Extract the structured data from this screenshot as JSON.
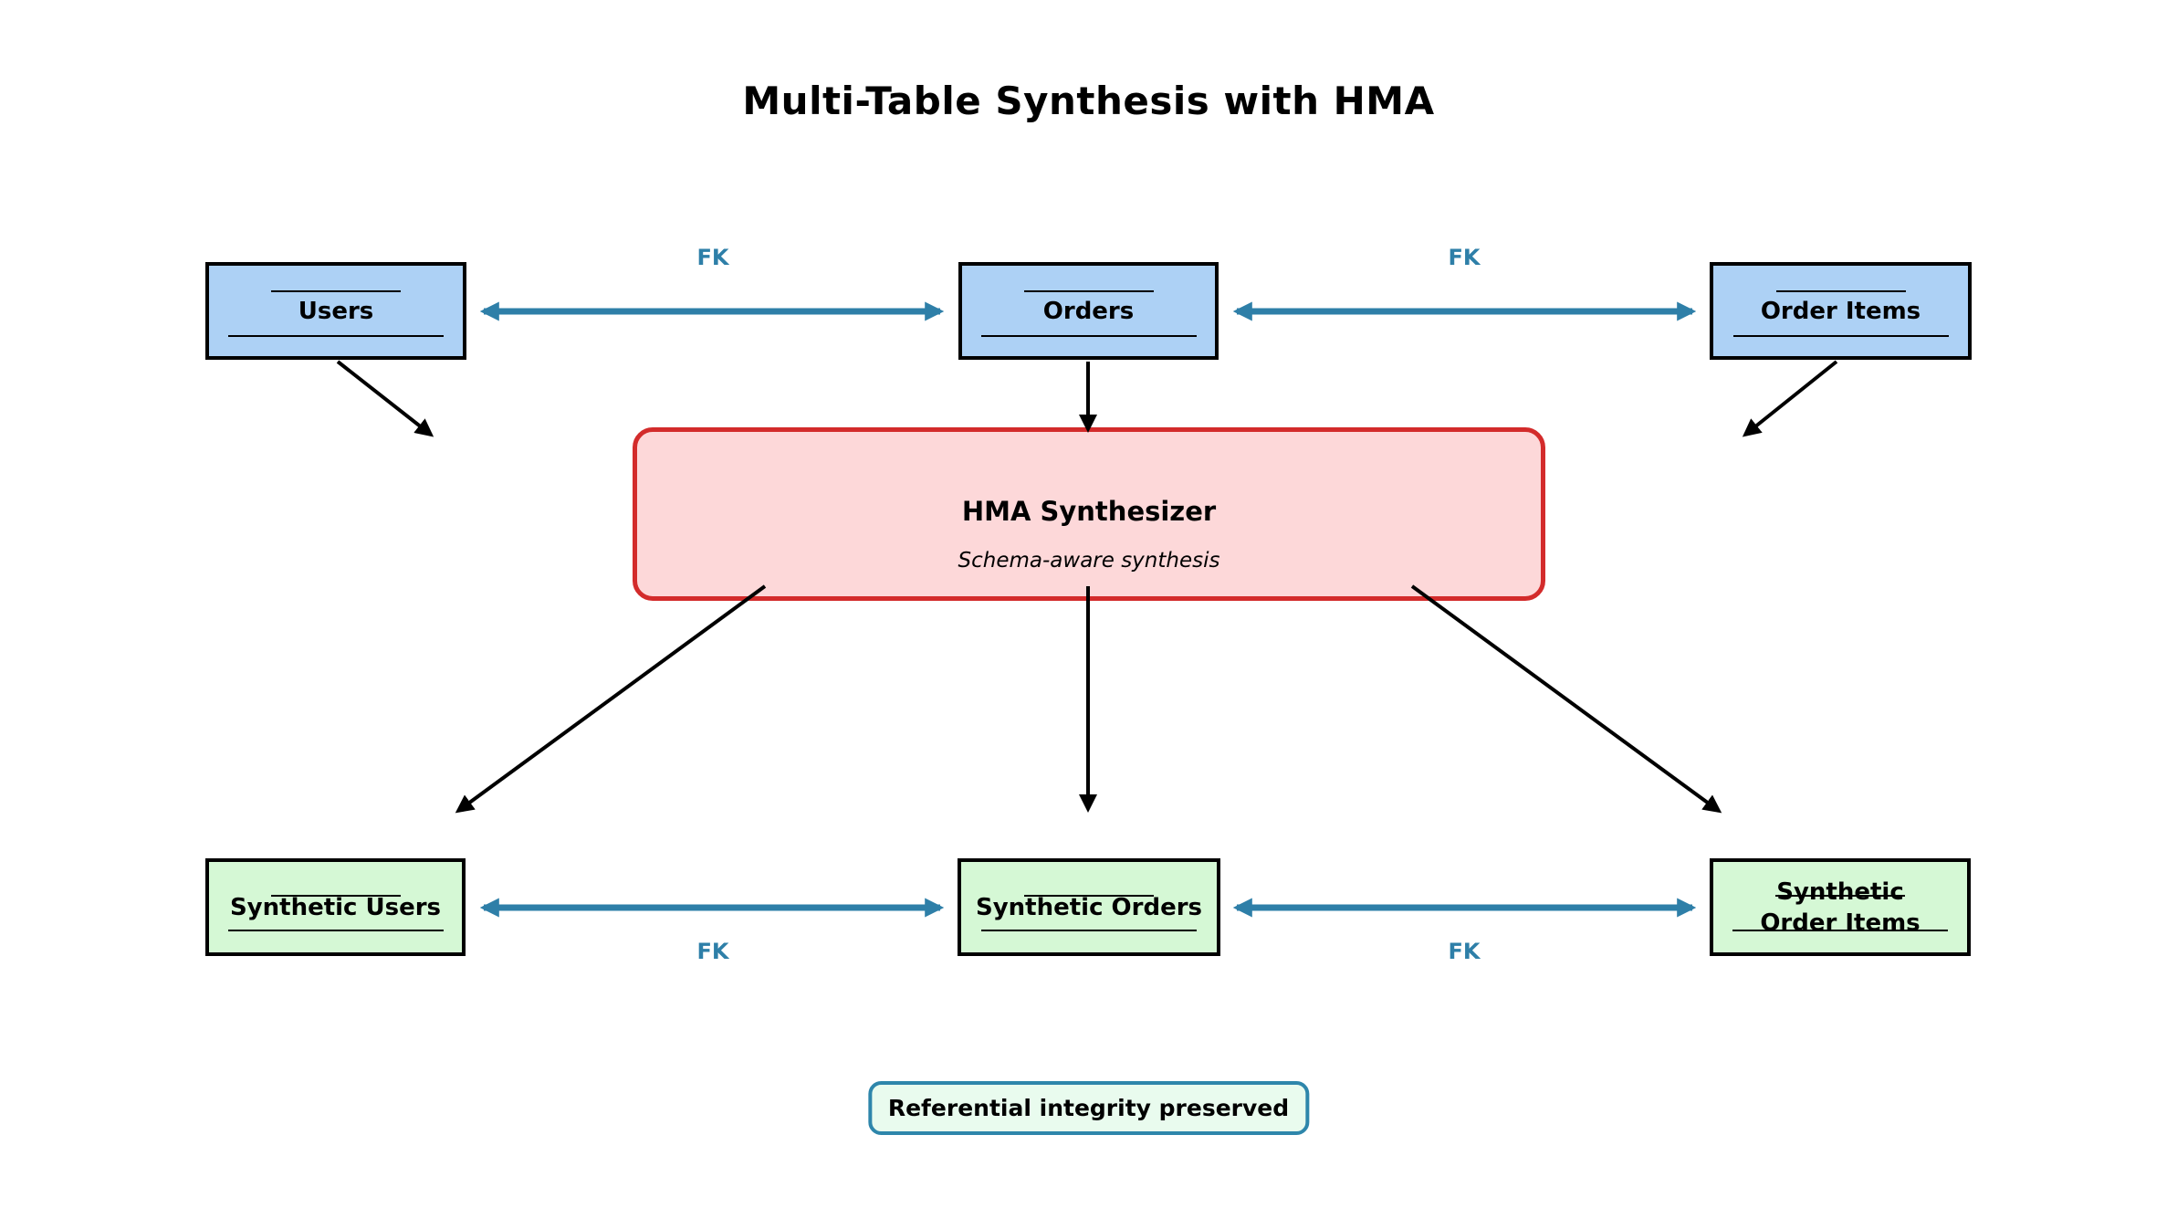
{
  "title": "Multi-Table Synthesis with HMA",
  "source_tables": [
    {
      "label": "Users"
    },
    {
      "label": "Orders"
    },
    {
      "label": "Order Items"
    }
  ],
  "fk": {
    "label": "FK"
  },
  "synthesizer": {
    "title": "HMA Synthesizer",
    "subtitle": "Schema-aware synthesis"
  },
  "synthetic_tables": [
    {
      "label": "Synthetic Users"
    },
    {
      "label": "Synthetic Orders"
    },
    {
      "label": "Synthetic\nOrder Items"
    }
  ],
  "badge": {
    "label": "Referential integrity preserved"
  },
  "colors": {
    "source_fill": "#ADD1F5",
    "synthetic_fill": "#D5F8D5",
    "synthesizer_fill": "#FDD8D9",
    "synthesizer_border": "#D32B2B",
    "fk_accent": "#2E7FA8",
    "badge_border": "#2E86AB",
    "badge_fill": "#E9FBEE",
    "arrow_black": "#000000"
  }
}
